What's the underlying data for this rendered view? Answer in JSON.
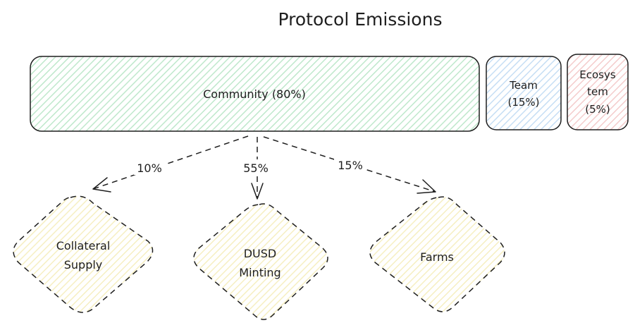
{
  "title": "Protocol Emissions",
  "colors": {
    "community": "#d3f0dc",
    "team": "#d6e8f7",
    "ecosystem": "#f8dcdc",
    "destination": "#fbf6d6",
    "stroke": "#1e1e1e"
  },
  "allocations": [
    {
      "id": "community",
      "lines": [
        "Community (80%)"
      ]
    },
    {
      "id": "team",
      "lines": [
        "Team",
        "(15%)"
      ]
    },
    {
      "id": "ecosystem",
      "lines": [
        "Ecosys",
        "tem",
        "(5%)"
      ]
    }
  ],
  "destinations": [
    {
      "id": "collateral-supply",
      "lines": [
        "Collateral",
        "Supply"
      ]
    },
    {
      "id": "dusd-minting",
      "lines": [
        "DUSD",
        "Minting"
      ]
    },
    {
      "id": "farms",
      "lines": [
        "Farms"
      ]
    }
  ],
  "flows": [
    {
      "from": "community",
      "to": "collateral-supply",
      "label": "10%"
    },
    {
      "from": "community",
      "to": "dusd-minting",
      "label": "55%"
    },
    {
      "from": "community",
      "to": "farms",
      "label": "15%"
    }
  ]
}
